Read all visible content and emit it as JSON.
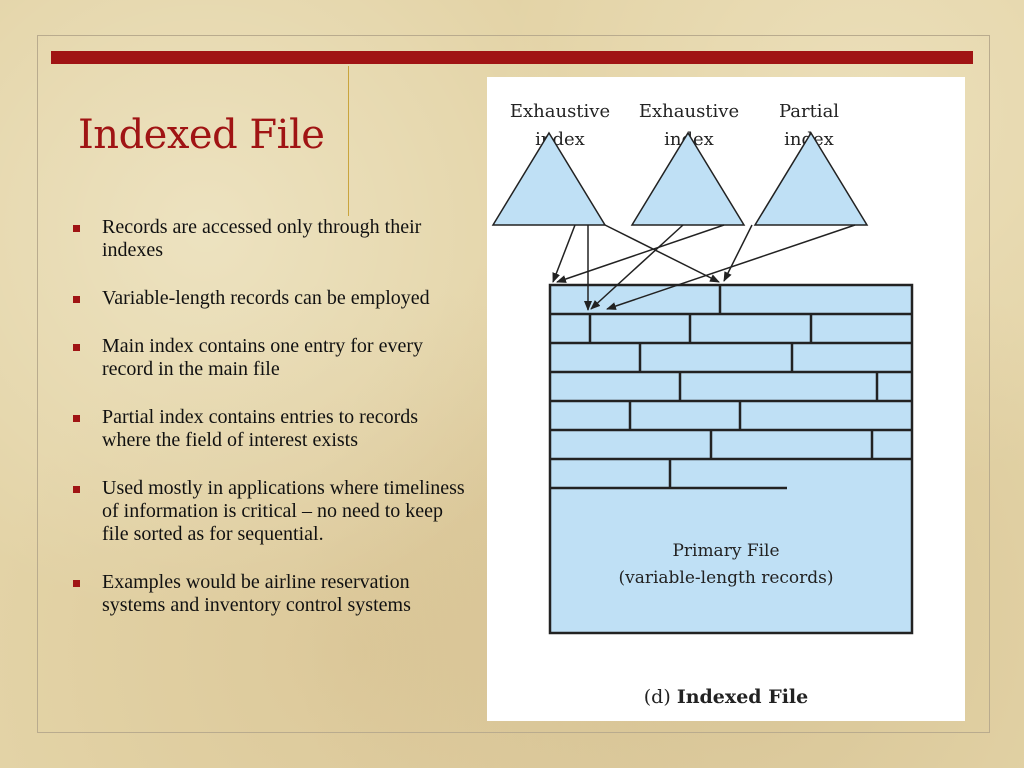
{
  "slide": {
    "title": "Indexed File",
    "bullets": [
      "Records are accessed only through their indexes",
      "Variable-length records can be employed",
      "Main index contains one entry for every record in the main file",
      "Partial index contains entries to records where the field of interest exists",
      "Used mostly in applications where timeliness of information is critical – no need to keep file sorted as for sequential.",
      "Examples would be airline reservation systems and inventory control systems"
    ]
  },
  "figure": {
    "index_labels": [
      [
        "Exhaustive",
        "index"
      ],
      [
        "Exhaustive",
        "index"
      ],
      [
        "Partial",
        "index"
      ]
    ],
    "file_label_line1": "Primary File",
    "file_label_line2": "(variable-length records)",
    "caption_prefix": "(d)",
    "caption": "Indexed File"
  },
  "colors": {
    "accent": "#a01414",
    "diagram_fill": "#bfe0f5"
  }
}
